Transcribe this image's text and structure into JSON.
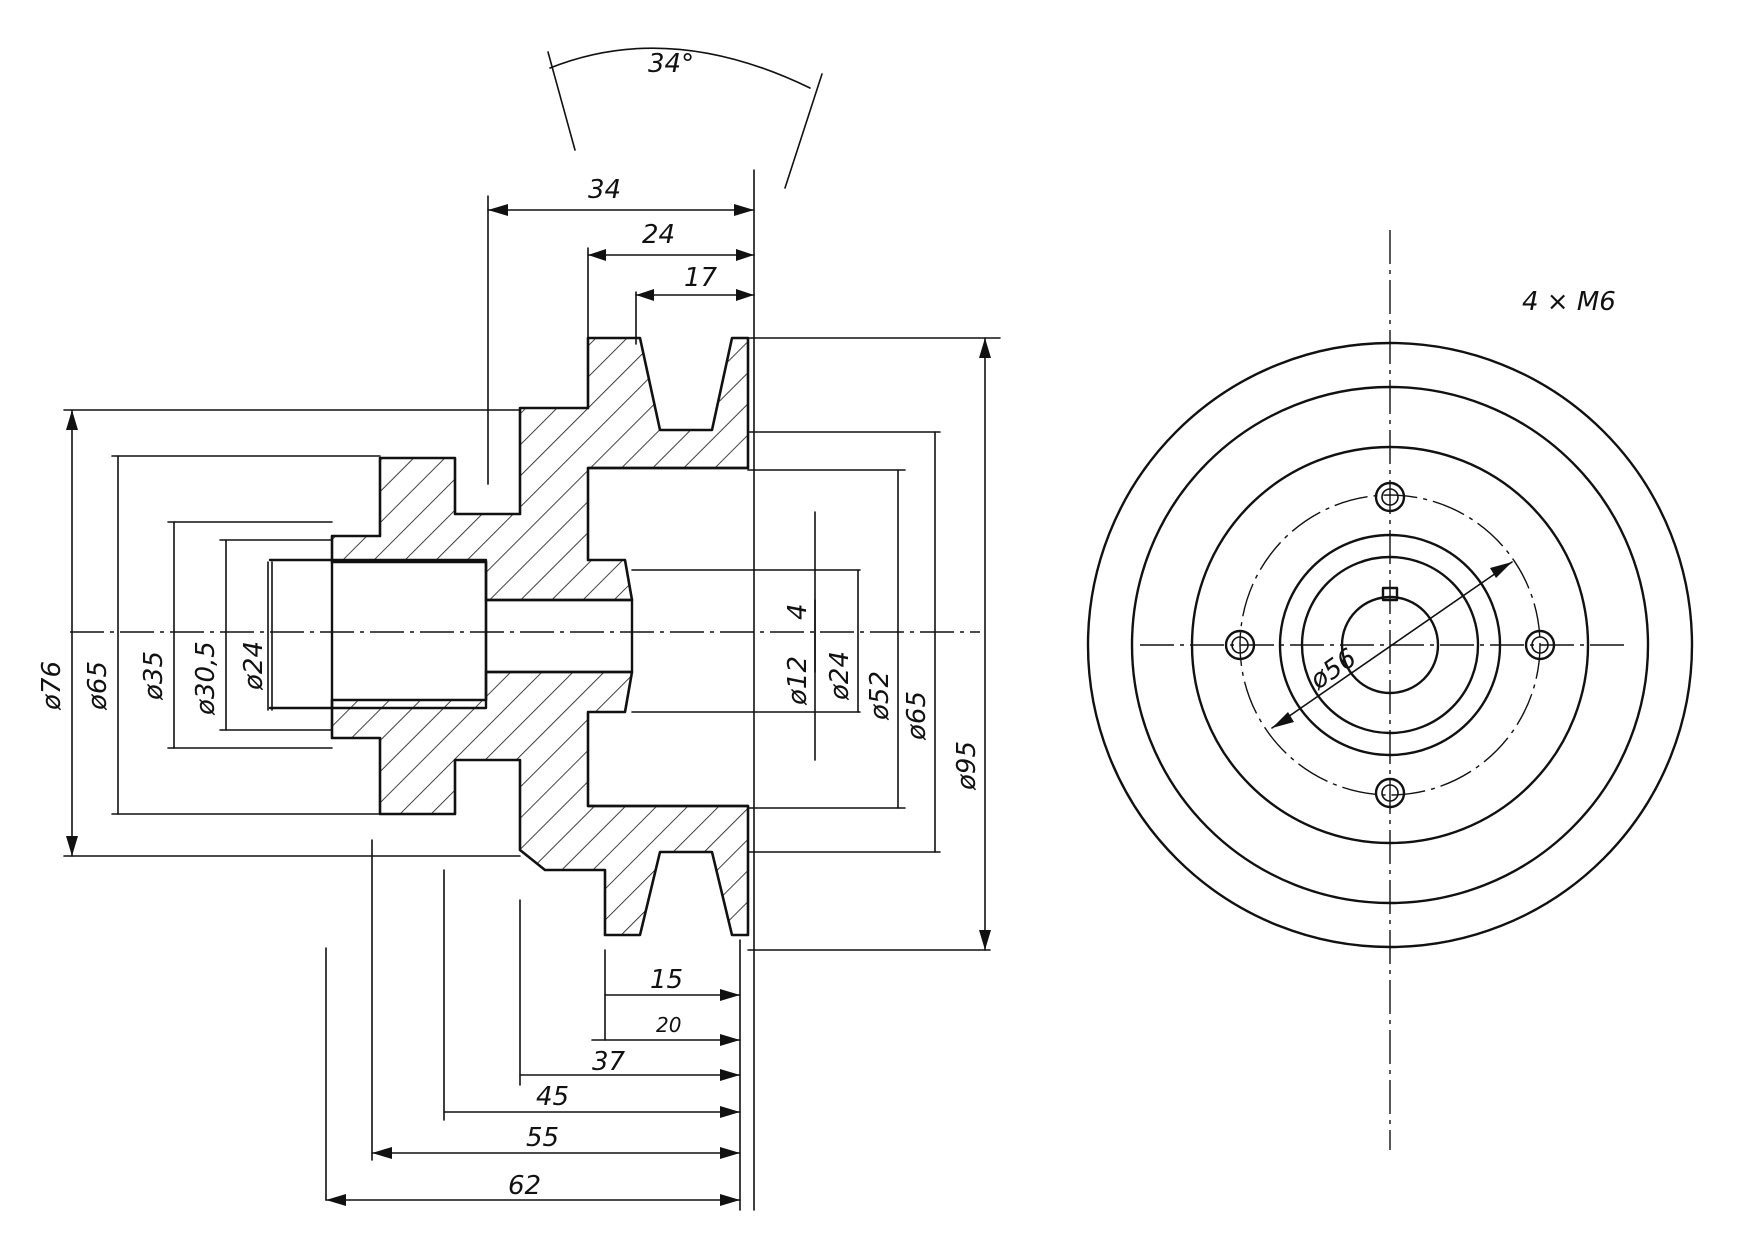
{
  "drawing": {
    "angle_label": "34°",
    "top_dims": [
      "34",
      "24",
      "17"
    ],
    "left_diameters": [
      "ø76",
      "ø65",
      "ø35",
      "ø30,5",
      "ø24"
    ],
    "right_diameters": [
      "ø12",
      "4",
      "ø24",
      "ø52",
      "ø65",
      "ø95"
    ],
    "bottom_dims": [
      "15",
      "20",
      "37",
      "45",
      "55",
      "62"
    ],
    "side_view_note": "4 × M6",
    "side_view_diameter": "ø56"
  }
}
